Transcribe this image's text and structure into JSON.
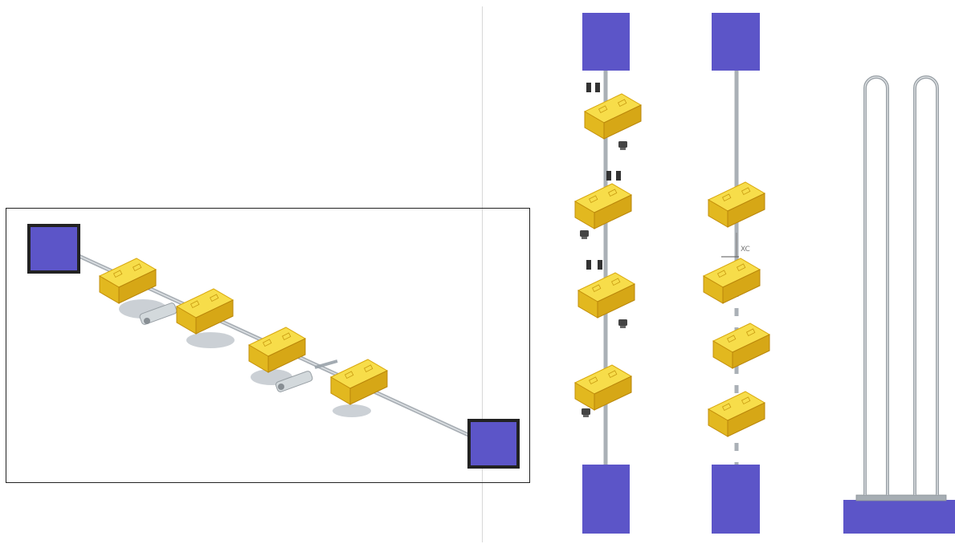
{
  "scene": {
    "panel_label": "XC",
    "colors": {
      "anchor_block": "#5c55c8",
      "anchor_border": "#222222",
      "rail": "#aab0b6",
      "gold_top": "#f7dd4a",
      "gold_front": "#e2b81f",
      "gold_side": "#c99a12",
      "mechanism": "#9aa3aa"
    },
    "icons": [
      "gold-bar-icon",
      "anchor-block-icon",
      "u-tube-icon",
      "clamp-icon"
    ],
    "counts": {
      "left_panel_gold_bars": 4,
      "column_a_gold_bars": 4,
      "column_b_gold_bars": 4,
      "u_tubes": 2
    }
  }
}
